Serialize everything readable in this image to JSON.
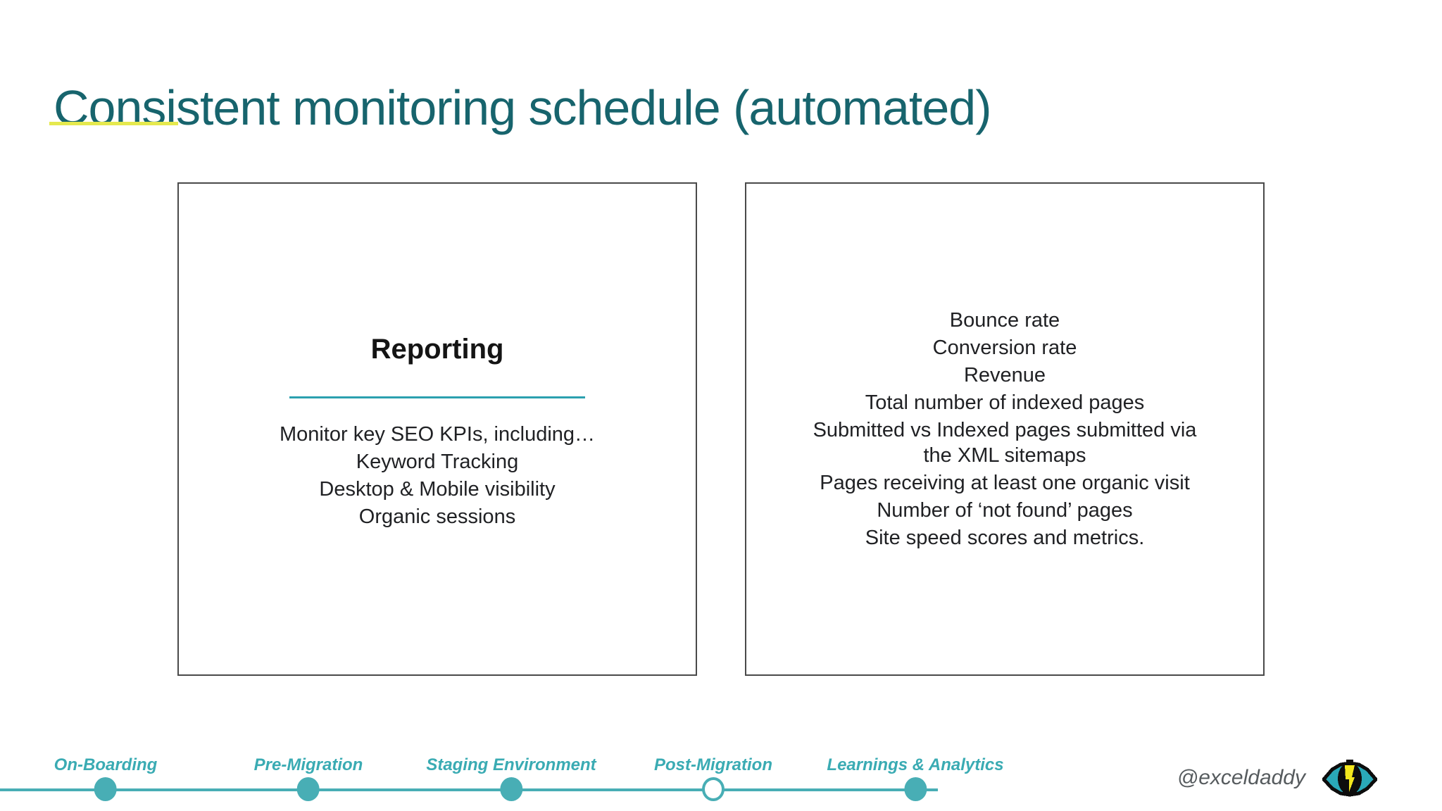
{
  "slide": {
    "title": "Consistent monitoring schedule (automated)",
    "cards": {
      "left": {
        "heading": "Reporting",
        "items": [
          "Monitor key SEO KPIs, including…",
          "Keyword Tracking",
          "Desktop & Mobile visibility",
          "Organic sessions"
        ]
      },
      "right": {
        "items": [
          "Bounce rate",
          "Conversion rate",
          "Revenue",
          "Total number of indexed pages",
          "Submitted vs Indexed pages submitted via the XML sitemaps",
          "Pages receiving at least one organic visit",
          "Number of ‘not found’ pages",
          "Site speed scores and metrics."
        ]
      }
    },
    "timeline": {
      "milestones": [
        {
          "label": "On-Boarding",
          "state": "filled"
        },
        {
          "label": "Pre-Migration",
          "state": "filled"
        },
        {
          "label": "Staging Environment",
          "state": "filled"
        },
        {
          "label": "Post-Migration",
          "state": "hollow"
        },
        {
          "label": "Learnings & Analytics",
          "state": "filled"
        }
      ]
    },
    "footer": {
      "handle": "@exceldaddy",
      "logo": "eye-bolt-logo"
    },
    "colors": {
      "title_teal": "#17646d",
      "underline_yellow": "#e5e94e",
      "divider_teal": "#2ba0af",
      "timeline_teal": "#48aeb5",
      "card_border": "#4a4a4a",
      "body_text": "#202124",
      "handle_gray": "#565b5e",
      "logo_yellow": "#f2e71d",
      "logo_teal": "#2aa9b8",
      "logo_black": "#0d0d0d"
    }
  }
}
